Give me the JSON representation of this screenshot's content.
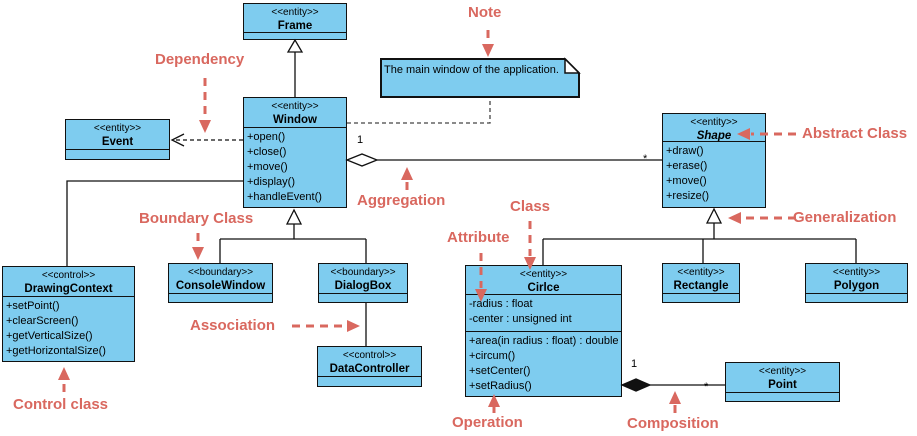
{
  "classes": {
    "frame": {
      "stereotype": "<<entity>>",
      "name": "Frame"
    },
    "window": {
      "stereotype": "<<entity>>",
      "name": "Window",
      "operations": [
        "+open()",
        "+close()",
        "+move()",
        "+display()",
        "+handleEvent()"
      ]
    },
    "event": {
      "stereotype": "<<entity>>",
      "name": "Event"
    },
    "shape": {
      "stereotype": "<<entity>>",
      "name": "Shape",
      "operations": [
        "+draw()",
        "+erase()",
        "+move()",
        "+resize()"
      ]
    },
    "drawing_context": {
      "stereotype": "<<control>>",
      "name": "DrawingContext",
      "operations": [
        "+setPoint()",
        "+clearScreen()",
        "+getVerticalSize()",
        "+getHorizontalSize()"
      ]
    },
    "console_window": {
      "stereotype": "<<boundary>>",
      "name": "ConsoleWindow"
    },
    "dialog_box": {
      "stereotype": "<<boundary>>",
      "name": "DialogBox"
    },
    "data_controller": {
      "stereotype": "<<control>>",
      "name": "DataController"
    },
    "circle": {
      "stereotype": "<<entity>>",
      "name": "Cirlce",
      "attributes": [
        "-radius : float",
        "-center : unsigned int"
      ],
      "operations": [
        "+area(in radius : float) : double",
        "+circum()",
        "+setCenter()",
        "+setRadius()"
      ]
    },
    "rectangle": {
      "stereotype": "<<entity>>",
      "name": "Rectangle"
    },
    "polygon": {
      "stereotype": "<<entity>>",
      "name": "Polygon"
    },
    "point": {
      "stereotype": "<<entity>>",
      "name": "Point"
    }
  },
  "note": {
    "text": "The main window of the application."
  },
  "annotations": {
    "note": "Note",
    "dependency": "Dependency",
    "abstract_class": "Abstract Class",
    "generalization": "Generalization",
    "aggregation": "Aggregation",
    "boundary_class": "Boundary Class",
    "association": "Association",
    "class_label": "Class",
    "attribute": "Attribute",
    "control_class": "Control class",
    "operation": "Operation",
    "composition": "Composition"
  },
  "multiplicities": {
    "aggregation_one": "1",
    "aggregation_many": "*",
    "composition_one": "1",
    "composition_many": "*"
  },
  "colors": {
    "class_fill": "#7eccef",
    "border": "#111111",
    "annotation": "#d9685f"
  }
}
